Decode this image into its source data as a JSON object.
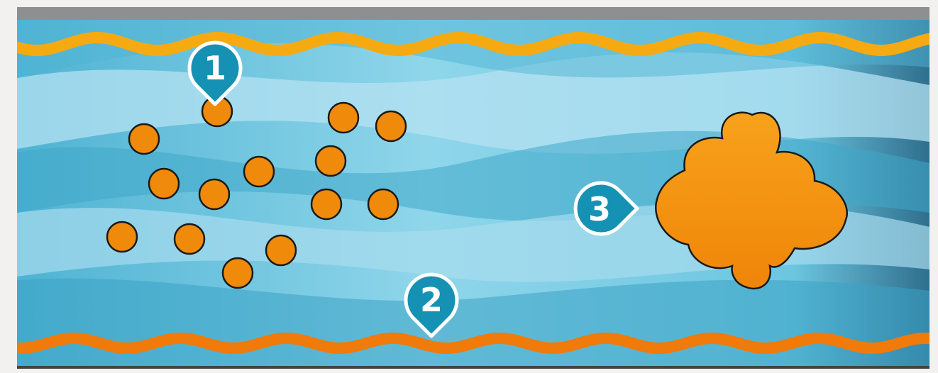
{
  "markers": [
    {
      "id": "1",
      "label": "1"
    },
    {
      "id": "2",
      "label": "2"
    },
    {
      "id": "3",
      "label": "3"
    }
  ],
  "colors": {
    "top_strip": "#8e8f91",
    "bottom_strip": "#3f4447",
    "wave_light": "#b7e3f2",
    "wave_mid": "#79cde3",
    "wave_dark": "#3fa8c9",
    "top_band": "#f5aa12",
    "bottom_band": "#f07a0a",
    "particle": "#f08a0a",
    "outline": "#1a1a1a",
    "marker_fill": "#1591b3",
    "marker_border": "#ffffff"
  }
}
